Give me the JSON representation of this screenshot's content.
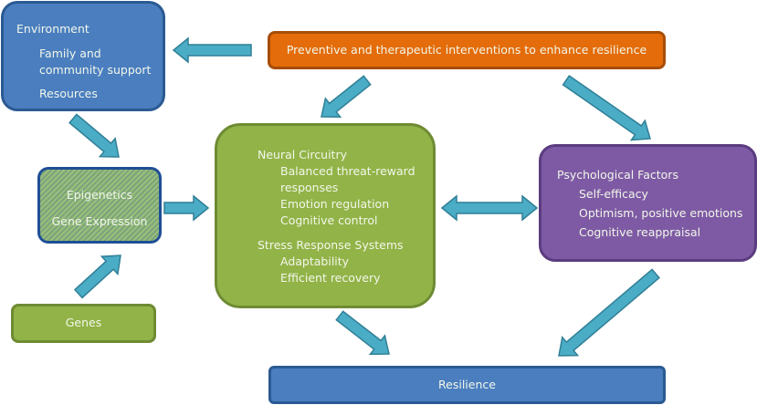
{
  "diagram": {
    "nodes": {
      "environment": {
        "title": "Environment",
        "items": [
          "Family and",
          "community support",
          "Resources"
        ],
        "color": "#4a7ebf"
      },
      "interventions": {
        "title": "Preventive and therapeutic interventions to enhance resilience",
        "color": "#e46c0a"
      },
      "epigenetics": {
        "items": [
          "Epigenetics",
          "Gene Expression"
        ],
        "color": "#86ad7b"
      },
      "genes": {
        "title": "Genes",
        "color": "#92b348"
      },
      "neural": {
        "sections": [
          {
            "title": "Neural Circuitry",
            "items": [
              "Balanced threat-reward",
              "responses",
              "Emotion regulation",
              "Cognitive control"
            ]
          },
          {
            "title": "Stress Response Systems",
            "items": [
              "Adaptability",
              "Efficient recovery"
            ]
          }
        ],
        "color": "#92b348"
      },
      "psychological": {
        "title": "Psychological Factors",
        "items": [
          "Self-efficacy",
          "Optimism, positive emotions",
          "Cognitive reappraisal"
        ],
        "color": "#7e5aa4"
      },
      "resilience": {
        "title": "Resilience",
        "color": "#4a7ebf"
      }
    },
    "arrow_color": "#4bacc6",
    "edges": [
      {
        "from": "interventions",
        "to": "environment"
      },
      {
        "from": "interventions",
        "to": "neural"
      },
      {
        "from": "interventions",
        "to": "psychological"
      },
      {
        "from": "environment",
        "to": "epigenetics"
      },
      {
        "from": "genes",
        "to": "epigenetics"
      },
      {
        "from": "epigenetics",
        "to": "neural"
      },
      {
        "from": "neural",
        "to": "psychological",
        "bidirectional": true
      },
      {
        "from": "neural",
        "to": "resilience"
      },
      {
        "from": "psychological",
        "to": "resilience"
      }
    ]
  }
}
